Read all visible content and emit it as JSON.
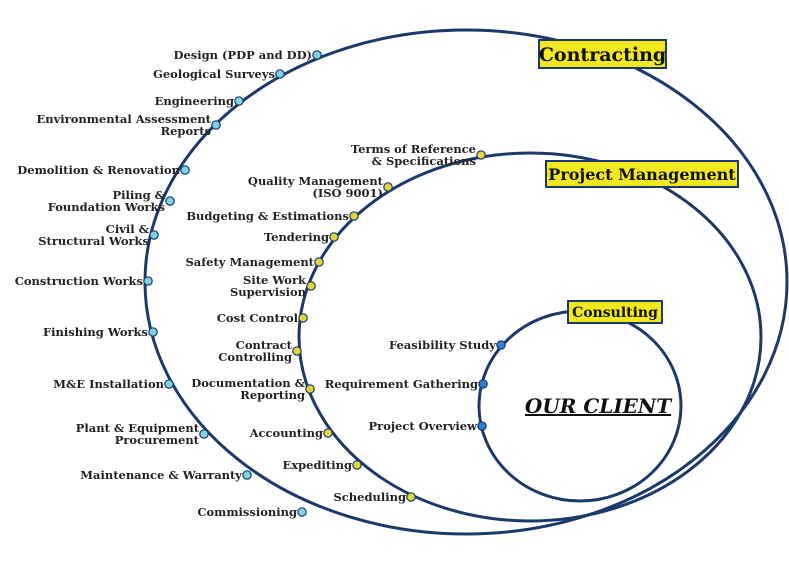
{
  "colors": {
    "ring": "#1b3a6b",
    "header_bg": "#f2e820",
    "header_border": "#1b3a6b",
    "dot_contracting": "#7fd3e6",
    "dot_pm": "#e3d43a",
    "dot_consulting": "#2c7fcf",
    "dot_stroke": "#1b3a6b",
    "text": "#222222"
  },
  "rings": {
    "contracting": {
      "title": "Contracting",
      "items": [
        [
          "Design (PDP and DD)"
        ],
        [
          "Geological Surveys"
        ],
        [
          "Engineering"
        ],
        [
          "Environmental Assessment",
          "Reports"
        ],
        [
          "Demolition & Renovation"
        ],
        [
          "Piling &",
          "Foundation Works"
        ],
        [
          "Civil &",
          "Structural Works"
        ],
        [
          "Construction Works"
        ],
        [
          "Finishing Works"
        ],
        [
          "M&E Installation"
        ],
        [
          "Plant & Equipment",
          "Procurement"
        ],
        [
          "Maintenance & Warranty"
        ],
        [
          "Commissioning"
        ]
      ]
    },
    "project_management": {
      "title": "Project Management",
      "items": [
        [
          "Terms of Reference",
          "& Specifications"
        ],
        [
          "Quality Management",
          "(ISO 9001)"
        ],
        [
          "Budgeting & Estimations"
        ],
        [
          "Tendering"
        ],
        [
          "Safety Management"
        ],
        [
          "Site Work",
          "Supervision"
        ],
        [
          "Cost Control"
        ],
        [
          "Contract",
          "Controlling"
        ],
        [
          "Documentation &",
          "Reporting"
        ],
        [
          "Accounting"
        ],
        [
          "Expediting"
        ],
        [
          "Scheduling"
        ]
      ]
    },
    "consulting": {
      "title": "Consulting",
      "items": [
        [
          "Feasibility Study"
        ],
        [
          "Requirement Gathering"
        ],
        [
          "Project Overview"
        ]
      ]
    }
  },
  "center_label": "OUR CLIENT"
}
